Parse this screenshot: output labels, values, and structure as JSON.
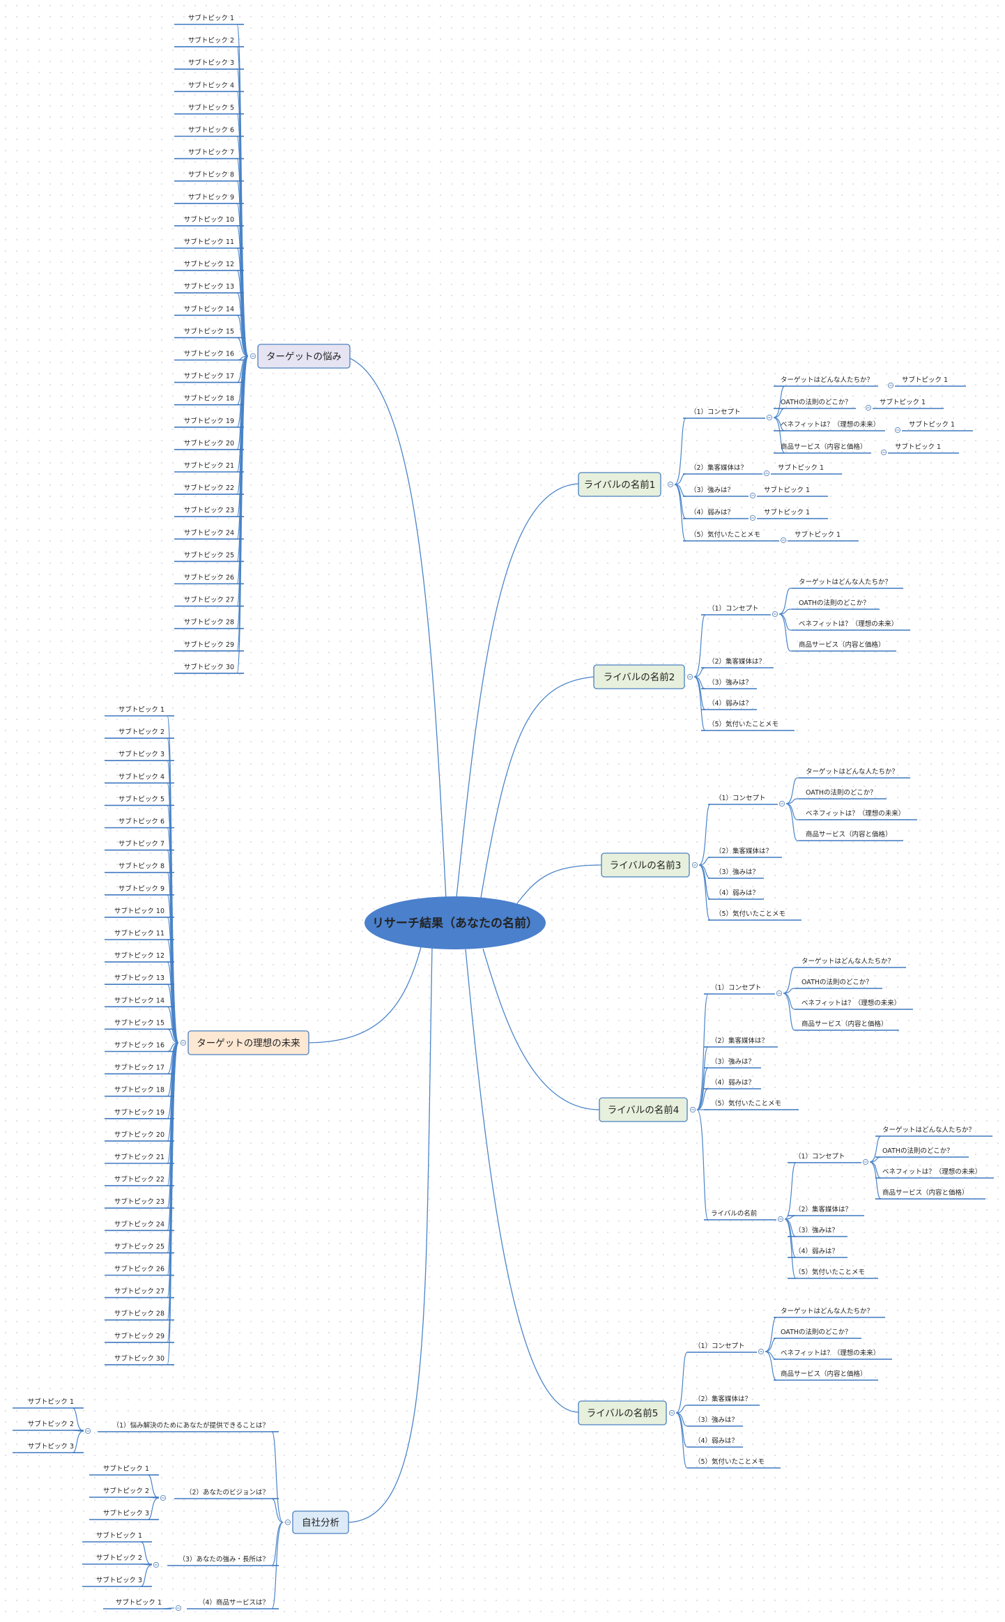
{
  "root": {
    "label": "リサーチ結果（あなたの名前）",
    "color": "#4a80cc",
    "children": [
      {
        "label": "ターゲットの悩み",
        "fill": "#e6e4f2",
        "children": [
          "サブトピック 1",
          "サブトピック 2",
          "サブトピック 3",
          "サブトピック 4",
          "サブトピック 5",
          "サブトピック 6",
          "サブトピック 7",
          "サブトピック 8",
          "サブトピック 9",
          "サブトピック 10",
          "サブトピック 11",
          "サブトピック 12",
          "サブトピック 13",
          "サブトピック 14",
          "サブトピック 15",
          "サブトピック 16",
          "サブトピック 17",
          "サブトピック 18",
          "サブトピック 19",
          "サブトピック 20",
          "サブトピック 21",
          "サブトピック 22",
          "サブトピック 23",
          "サブトピック 24",
          "サブトピック 25",
          "サブトピック 26",
          "サブトピック 27",
          "サブトピック 28",
          "サブトピック 29",
          "サブトピック 30"
        ]
      },
      {
        "label": "ターゲットの理想の未来",
        "fill": "#fde8d4",
        "children": [
          "サブトピック 1",
          "サブトピック 2",
          "サブトピック 3",
          "サブトピック 4",
          "サブトピック 5",
          "サブトピック 6",
          "サブトピック 7",
          "サブトピック 8",
          "サブトピック 9",
          "サブトピック 10",
          "サブトピック 11",
          "サブトピック 12",
          "サブトピック 13",
          "サブトピック 14",
          "サブトピック 15",
          "サブトピック 16",
          "サブトピック 17",
          "サブトピック 18",
          "サブトピック 19",
          "サブトピック 20",
          "サブトピック 21",
          "サブトピック 22",
          "サブトピック 23",
          "サブトピック 24",
          "サブトピック 25",
          "サブトピック 26",
          "サブトピック 27",
          "サブトピック 28",
          "サブトピック 29",
          "サブトピック 30"
        ]
      },
      {
        "label": "自社分析",
        "fill": "#ddebf8",
        "children": [
          {
            "label": "（1）悩み解決のためにあなたが提供できることは？",
            "children": [
              "サブトピック 1",
              "サブトピック 2",
              "サブトピック 3"
            ]
          },
          {
            "label": "（2）あなたのビジョンは？",
            "children": [
              "サブトピック 1",
              "サブトピック 2",
              "サブトピック 3"
            ]
          },
          {
            "label": "（3）あなたの強み・長所は？",
            "children": [
              "サブトピック 1",
              "サブトピック 2",
              "サブトピック 3"
            ]
          },
          {
            "label": "（4）商品サービスは？",
            "children": [
              "サブトピック 1"
            ]
          }
        ]
      },
      {
        "label": "ライバルの名前1",
        "fill": "#e6f0dc",
        "children": [
          {
            "label": "（1）コンセプト",
            "children": [
              {
                "label": "ターゲットはどんな人たちか？",
                "children": [
                  "サブトピック 1"
                ]
              },
              {
                "label": "OATHの法則のどこか？",
                "children": [
                  "サブトピック 1"
                ]
              },
              {
                "label": "ベネフィットは？（理想の未来）",
                "children": [
                  "サブトピック 1"
                ]
              },
              {
                "label": "商品サービス（内容と価格）",
                "children": [
                  "サブトピック 1"
                ]
              }
            ]
          },
          {
            "label": "（2）集客媒体は？",
            "children": [
              "サブトピック 1"
            ]
          },
          {
            "label": "（3）強みは？",
            "children": [
              "サブトピック 1"
            ]
          },
          {
            "label": "（4）弱みは？",
            "children": [
              "サブトピック 1"
            ]
          },
          {
            "label": "（5）気付いたことメモ",
            "children": [
              "サブトピック 1"
            ]
          }
        ]
      },
      {
        "label": "ライバルの名前2",
        "fill": "#e6f0dc",
        "children": [
          {
            "label": "（1）コンセプト",
            "children": [
              "ターゲットはどんな人たちか？",
              "OATHの法則のどこか？",
              "ベネフィットは？（理想の未来）",
              "商品サービス（内容と価格）"
            ]
          },
          {
            "label": "（2）集客媒体は？"
          },
          {
            "label": "（3）強みは？"
          },
          {
            "label": "（4）弱みは？"
          },
          {
            "label": "（5）気付いたことメモ"
          }
        ]
      },
      {
        "label": "ライバルの名前3",
        "fill": "#e6f0dc",
        "children": [
          {
            "label": "（1）コンセプト",
            "children": [
              "ターゲットはどんな人たちか？",
              "OATHの法則のどこか？",
              "ベネフィットは？（理想の未来）",
              "商品サービス（内容と価格）"
            ]
          },
          {
            "label": "（2）集客媒体は？"
          },
          {
            "label": "（3）強みは？"
          },
          {
            "label": "（4）弱みは？"
          },
          {
            "label": "（5）気付いたことメモ"
          }
        ]
      },
      {
        "label": "ライバルの名前4",
        "fill": "#e6f0dc",
        "children": [
          {
            "label": "（1）コンセプト",
            "children": [
              "ターゲットはどんな人たちか？",
              "OATHの法則のどこか？",
              "ベネフィットは？（理想の未来）",
              "商品サービス（内容と価格）"
            ]
          },
          {
            "label": "（2）集客媒体は？"
          },
          {
            "label": "（3）強みは？"
          },
          {
            "label": "（4）弱みは？"
          },
          {
            "label": "（5）気付いたことメモ"
          },
          {
            "label": "ライバルの名前",
            "children": [
              {
                "label": "（1）コンセプト",
                "children": [
                  "ターゲットはどんな人たちか？",
                  "OATHの法則のどこか？",
                  "ベネフィットは？（理想の未来）",
                  "商品サービス（内容と価格）"
                ]
              },
              {
                "label": "（2）集客媒体は？"
              },
              {
                "label": "（3）強みは？"
              },
              {
                "label": "（4）弱みは？"
              },
              {
                "label": "（5）気付いたことメモ"
              }
            ]
          }
        ]
      },
      {
        "label": "ライバルの名前5",
        "fill": "#e6f0dc",
        "children": [
          {
            "label": "（1）コンセプト",
            "children": [
              "ターゲットはどんな人たちか？",
              "OATHの法則のどこか？",
              "ベネフィットは？（理想の未来）",
              "商品サービス（内容と価格）"
            ]
          },
          {
            "label": "（2）集客媒体は？"
          },
          {
            "label": "（3）強みは？"
          },
          {
            "label": "（4）弱みは？"
          },
          {
            "label": "（5）気付いたことメモ"
          }
        ]
      }
    ]
  }
}
